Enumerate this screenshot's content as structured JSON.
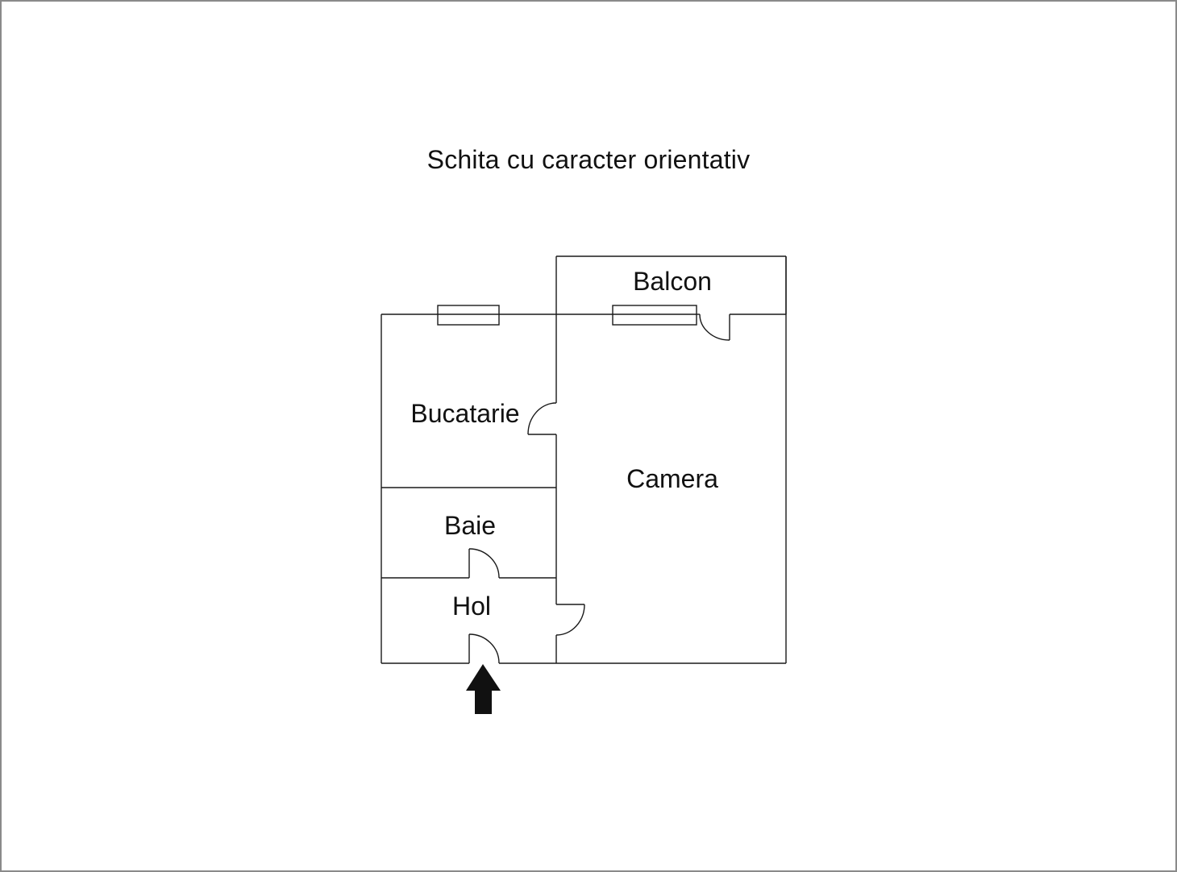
{
  "title": "Schita cu caracter orientativ",
  "rooms": {
    "balcon": "Balcon",
    "bucatarie": "Bucatarie",
    "camera": "Camera",
    "baie": "Baie",
    "hol": "Hol"
  },
  "icons": {
    "entrance": "arrow-up-icon"
  },
  "colors": {
    "line": "#1a1a1a",
    "frame": "#8a8a8a",
    "background": "#ffffff"
  }
}
